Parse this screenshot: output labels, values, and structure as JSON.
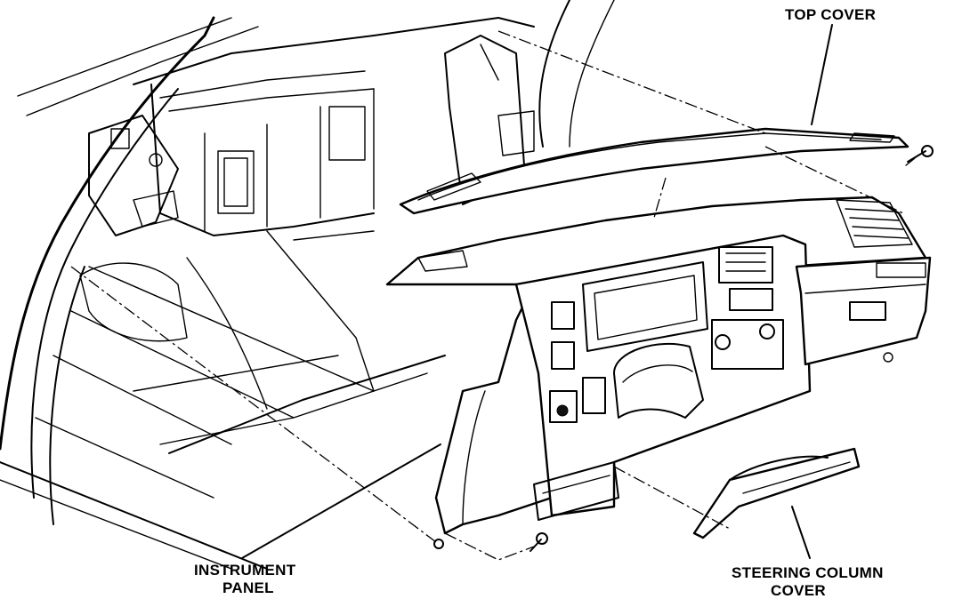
{
  "labels": {
    "top_cover": "TOP COVER",
    "instrument_panel_line1": "INSTRUMENT",
    "instrument_panel_line2": "PANEL",
    "steering_column_cover_line1": "STEERING COLUMN",
    "steering_column_cover_line2": "COVER"
  },
  "colors": {
    "ink": "#000000",
    "paper": "#ffffff"
  }
}
